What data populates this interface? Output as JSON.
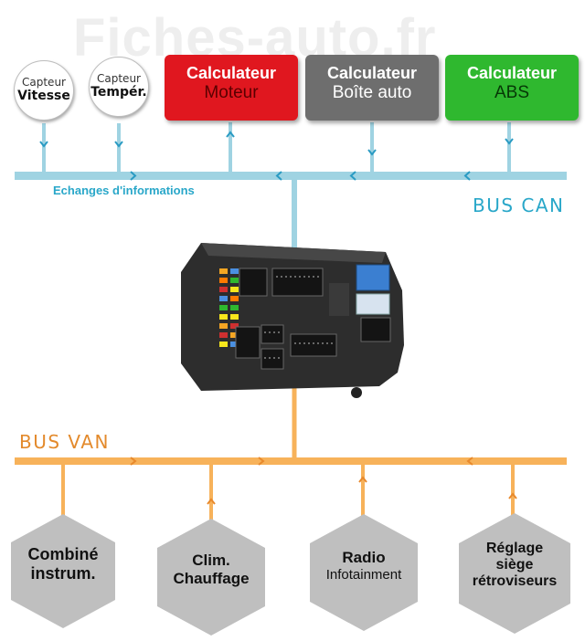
{
  "watermark": "Fiches-auto.fr",
  "colors": {
    "can_bus": "#9fd3e2",
    "can_arrow": "#2a9bc3",
    "can_text": "#29a7c9",
    "van_bus": "#f7b25a",
    "van_arrow": "#e8892c",
    "van_text": "#e38a2c",
    "moteur": "#e0171f",
    "boite": "#6e6e6e",
    "abs": "#2fb82f",
    "hexagon": "#bfbfbf"
  },
  "sensors": [
    {
      "line1": "Capteur",
      "line2": "Vitesse"
    },
    {
      "line1": "Capteur",
      "line2": "Tempér."
    }
  ],
  "ecus": [
    {
      "line1": "Calculateur",
      "line2": "Moteur",
      "color": "#e0171f"
    },
    {
      "line1": "Calculateur",
      "line2": "Boîte auto",
      "color": "#6e6e6e"
    },
    {
      "line1": "Calculateur",
      "line2": "ABS",
      "color": "#2fb82f"
    }
  ],
  "can_bus": {
    "label": "BUS CAN",
    "exchange_label": "Echanges d'informations"
  },
  "van_bus": {
    "label": "BUS VAN"
  },
  "devices": [
    {
      "line1": "Combiné",
      "line2": "instrum."
    },
    {
      "line1": "Clim.",
      "line2": "Chauffage"
    },
    {
      "line1": "Radio",
      "line2": "Infotainment"
    },
    {
      "line1": "Réglage",
      "line2": "siège",
      "line3": "rétroviseurs"
    }
  ],
  "central_unit": {
    "icon": "bsi-module-icon"
  }
}
